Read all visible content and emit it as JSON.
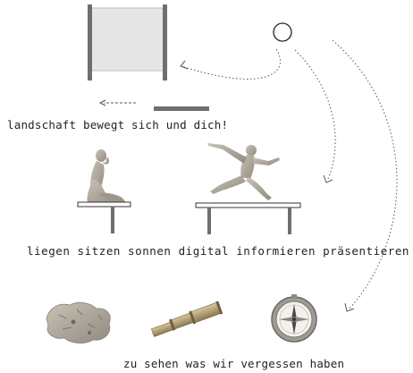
{
  "captions": {
    "landscape": "landschaft bewegt sich und dich!",
    "activities": "liegen  sitzen sonnen digital informieren präsentieren",
    "forgotten": "zu sehen was wir vergessen haben"
  },
  "icons": {
    "screen": "projection-screen-icon",
    "circle": "circle-icon",
    "statue_sitting": "sitting-woman-statue-icon",
    "statue_leaping": "leaping-figure-statue-icon",
    "rock": "rock-icon",
    "telescope": "telescope-icon",
    "compass": "compass-icon"
  },
  "colors": {
    "frame": "#6f6f6f",
    "screen_fill": "#e6e6e6",
    "statue": "#a9a49c",
    "dotted_arrow": "#555555"
  }
}
